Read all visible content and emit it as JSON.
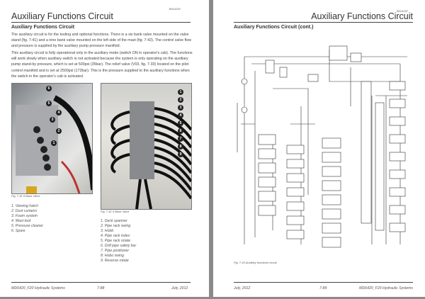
{
  "left_page": {
    "code": "B014157",
    "title": "Auxiliary Functions Circuit",
    "subtitle": "Auxiliary Functions Circuit",
    "paragraphs": [
      "The auxiliary circuit is for the tooling and optional functions. There is a six bank valve mounted on the valve stand (fig. 7-41) and a nine bank valve mounted on the left side of the mast (fig. 7-42). The control valve flow and pressure is supplied by the auxiliary pump pressure manifold.",
      "This auxiliary circuit is fully operational only in the auxiliary mode (switch ON in operator's cab). The functions will work slowly when auxiliary switch is not activated because the system is only operating on the auxiliary pump stand-by pressure, which is set at 500psi (35bar). The relief valve (V03, fig. 7-33) located on the pilot control manifold and is set at 2500psi (172bar). This is the pressure supplied to the auxiliary functions when the switch in the operator's cab is activated."
    ],
    "fig1": {
      "caption": "Fig. 7-41 6 Bank Valve",
      "callouts": [
        "6",
        "5",
        "4",
        "3",
        "2",
        "1"
      ],
      "items": [
        "1.  Viewing hatch",
        "2.  Dust curtains",
        "3.  Foam system",
        "4.  Mast lock",
        "5.  Pressure cleaner",
        "6.  Spare"
      ]
    },
    "fig2": {
      "caption": "Fig. 7-41 6 Bank Valve",
      "callouts": [
        "1",
        "2",
        "3",
        "4",
        "5",
        "6",
        "7",
        "8",
        "9"
      ],
      "items": [
        "1.  Deck spanner",
        "2.  Pipe rack swing",
        "3.  Hobb",
        "4.  Pipe rack index",
        "5.  Pipe rack rotate",
        "6.  Drill pipe safety bar",
        "7.  Pipe positioner",
        "8.  Hobo swing",
        "9.  Reverse rotate"
      ]
    },
    "footer": {
      "left": "MD6420_F20 Hydraulic Systems",
      "center": "7-88",
      "right": "July, 2012"
    }
  },
  "right_page": {
    "code": "B014157",
    "title": "Auxiliary Functions Circuit",
    "subtitle": "Auxiliary Functions Circuit (cont.)",
    "caption": "Fig. 7-43 Auxiliary functions circuit",
    "footer": {
      "left": "July, 2012",
      "center": "7-89",
      "right": "MD6420_F20 Hydraulic Systems"
    }
  }
}
